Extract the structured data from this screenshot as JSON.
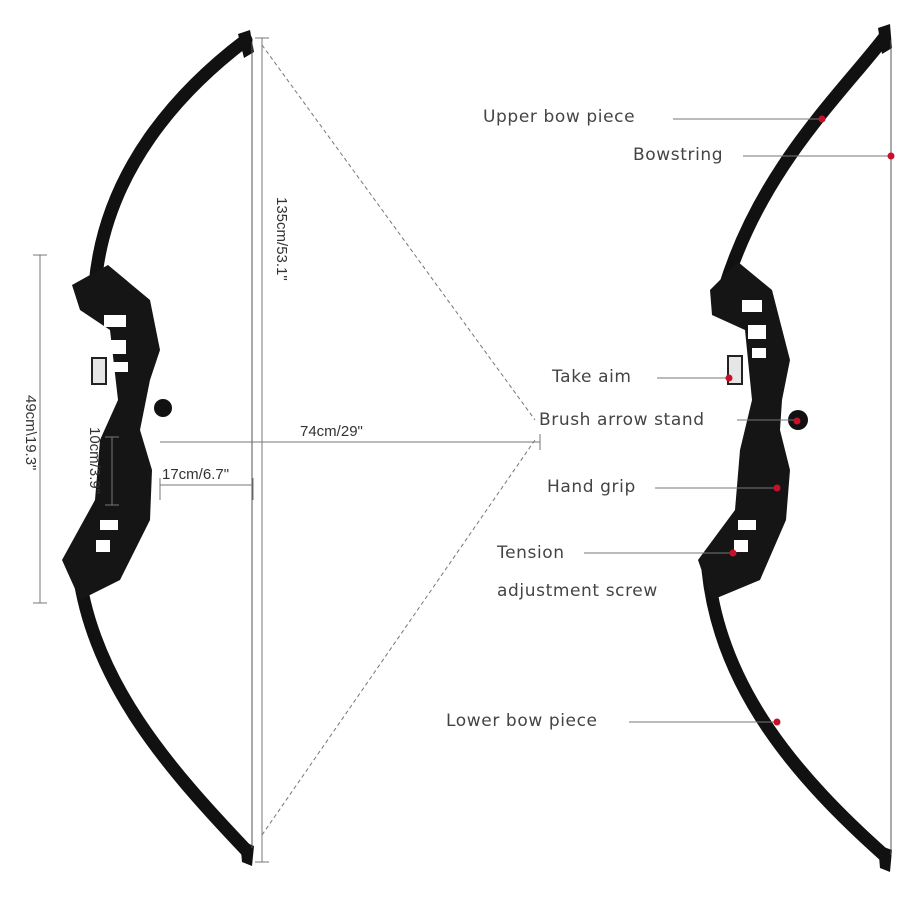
{
  "dimensions": {
    "total_length": "135cm/53.1\"",
    "draw_length": "74cm/29\"",
    "riser_length": "49cm\\19.3\"",
    "grip_length": "10cm/3.9\"",
    "brace_height": "17cm/6.7\""
  },
  "parts": {
    "upper_bow_piece": "Upper bow piece",
    "bowstring": "Bowstring",
    "take_aim": "Take aim",
    "brush_arrow_stand": "Brush arrow stand",
    "hand_grip": "Hand grip",
    "tension_line1": "Tension",
    "tension_line2": "adjustment screw",
    "lower_bow_piece": "Lower bow piece"
  },
  "colors": {
    "bow": "#111111",
    "marker": "#c8102e",
    "leader_line": "#777777"
  }
}
